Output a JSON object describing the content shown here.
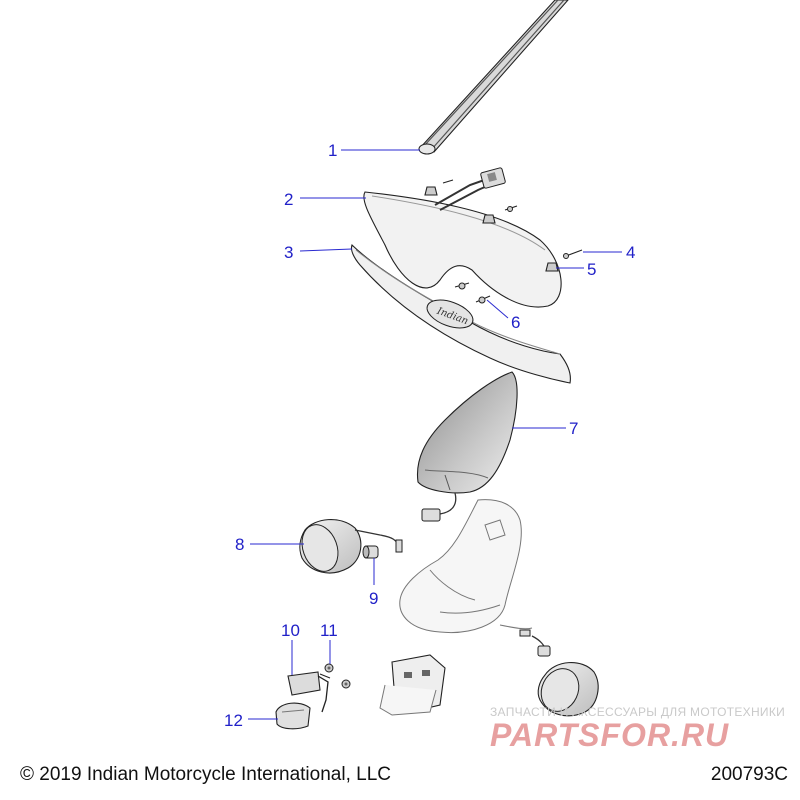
{
  "callouts": [
    "1",
    "2",
    "3",
    "4",
    "5",
    "6",
    "7",
    "8",
    "9",
    "10",
    "11",
    "12"
  ],
  "footer": {
    "copyright": "© 2019 Indian Motorcycle International, LLC",
    "drawing_number": "200793C"
  },
  "watermark": {
    "tagline": "ЗАПЧАСТИ И АКСЕССУАРЫ ДЛЯ МОТОТЕХНИКИ",
    "logo": "PARTSFOR.RU"
  },
  "colors": {
    "callout": "#2121c8",
    "watermark": "#e7a0a0"
  }
}
